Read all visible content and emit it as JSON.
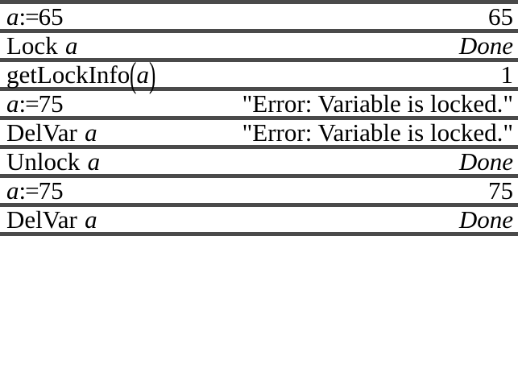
{
  "document": {
    "kind": "calculator-history",
    "background_color": "#ffffff",
    "text_color": "#000000",
    "separator_color": "#4a4a4a",
    "variable_name": "a"
  },
  "rows": [
    {
      "id": "row-assign-65",
      "entry_plain": "a:=65",
      "entry_var": "a",
      "entry_op": ":=",
      "entry_rest": "65",
      "result": "65",
      "result_style": "upright"
    },
    {
      "id": "row-lock",
      "entry_plain": "Lock a",
      "entry_cmd": "Lock",
      "entry_var": "a",
      "result": "Done",
      "result_style": "italic"
    },
    {
      "id": "row-getlockinfo",
      "entry_plain": "getLockInfo(a)",
      "entry_cmd": "getLockInfo",
      "entry_open": "(",
      "entry_var": "a",
      "entry_close": ")",
      "result": "1",
      "result_style": "upright"
    },
    {
      "id": "row-assign-75-locked",
      "entry_plain": "a:=75",
      "entry_var": "a",
      "entry_op": ":=",
      "entry_rest": "75",
      "result": "\"Error: Variable is locked.\"",
      "result_style": "upright"
    },
    {
      "id": "row-delvar-locked",
      "entry_plain": "DelVar a",
      "entry_cmd": "DelVar",
      "entry_var": "a",
      "result": "\"Error: Variable is locked.\"",
      "result_style": "upright"
    },
    {
      "id": "row-unlock",
      "entry_plain": "Unlock a",
      "entry_cmd": "Unlock",
      "entry_var": "a",
      "result": "Done",
      "result_style": "italic"
    },
    {
      "id": "row-assign-75-ok",
      "entry_plain": "a:=75",
      "entry_var": "a",
      "entry_op": ":=",
      "entry_rest": "75",
      "result": "75",
      "result_style": "upright"
    },
    {
      "id": "row-delvar-ok",
      "entry_plain": "DelVar a",
      "entry_cmd": "DelVar",
      "entry_var": "a",
      "result": "Done",
      "result_style": "italic"
    }
  ]
}
